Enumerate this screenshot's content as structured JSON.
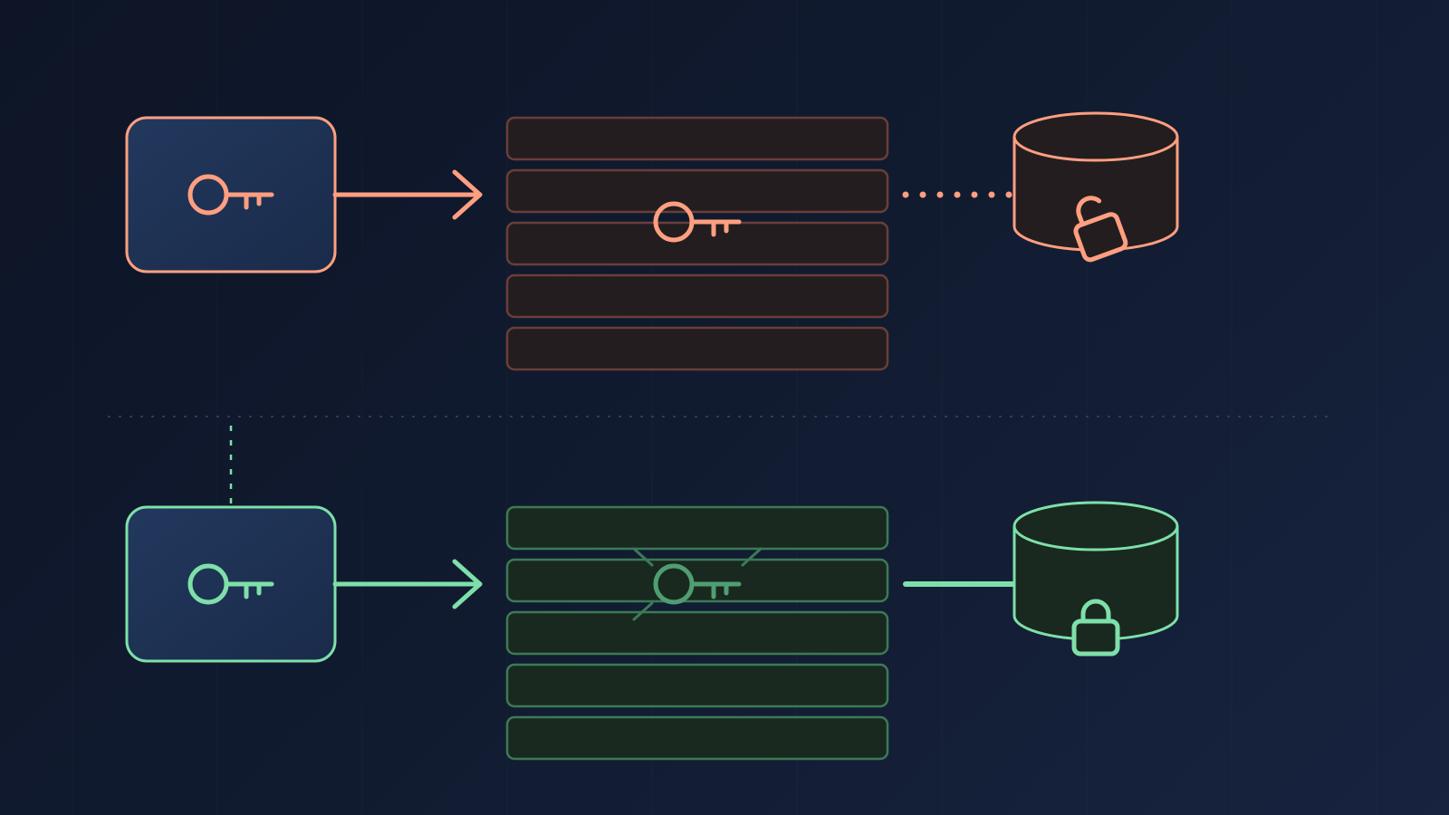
{
  "colors": {
    "background_start": "#0d1526",
    "background_end": "#17233f",
    "exposed_accent": "#ff9f80",
    "exposed_stack_fill": "#231d20",
    "exposed_stack_stroke": "#6a3e38",
    "secured_accent": "#7ee0a8",
    "secured_stack_fill": "#19291f",
    "secured_stack_stroke": "#3c7a56",
    "key_box_fill": "#1e3152",
    "divider": "#34425c"
  },
  "rows": [
    {
      "id": "exposed",
      "accent": "#ff9f80",
      "source_icon": "key-icon",
      "stack_slots": 5,
      "stack_icon": "key-icon",
      "link_style": "dotted",
      "store_icon": "database-cylinder-icon",
      "lock_icon": "unlocked-padlock-icon",
      "locked": false
    },
    {
      "id": "secured",
      "accent": "#7ee0a8",
      "source_icon": "key-icon",
      "stack_slots": 5,
      "stack_icon": "key-icon-with-rays",
      "link_style": "solid",
      "store_icon": "database-cylinder-icon",
      "lock_icon": "locked-padlock-icon",
      "locked": true
    }
  ]
}
